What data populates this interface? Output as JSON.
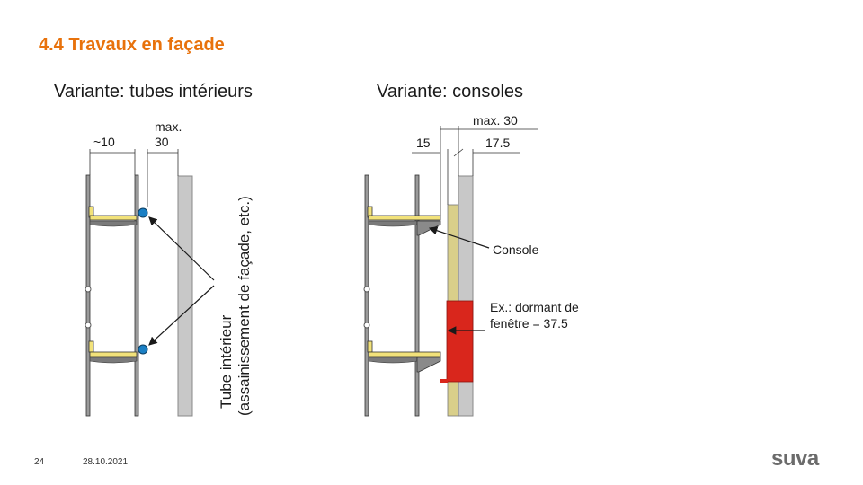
{
  "slide": {
    "title": "4.4 Travaux en façade",
    "page_number": "24",
    "date": "28.10.2021",
    "logo": "suva"
  },
  "left_variant": {
    "title": "Variante: tubes intérieurs",
    "dim_approx": "~10",
    "dim_max_line1": "max.",
    "dim_max_line2": "30",
    "label_line1": "Tube intérieur",
    "label_line2": "(assainissement de façade, etc.)"
  },
  "right_variant": {
    "title": "Variante: consoles",
    "dim_max": "max. 30",
    "dim_left": "15",
    "dim_right": "17.5",
    "label_console": "Console",
    "label_window_line1": "Ex.: dormant de",
    "label_window_line2": "fenêtre = 37.5"
  },
  "colors": {
    "title_orange": "#e8720c",
    "wall_gray": "#c8c8c8",
    "plank_yellow": "#f2e27a",
    "insulation_khaki": "#d9cf8a",
    "tube_blue": "#1a7fc4",
    "window_red": "#d9261c"
  }
}
